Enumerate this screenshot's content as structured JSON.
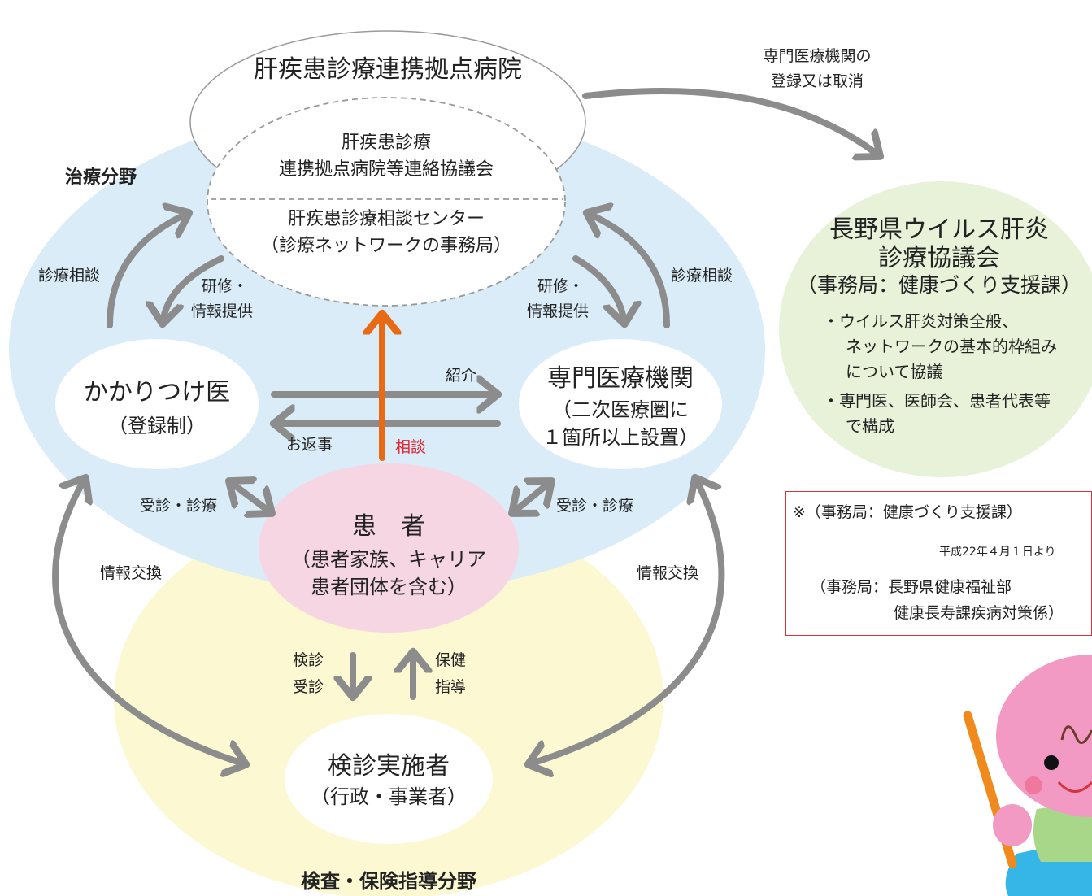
{
  "colors": {
    "treatment_area": "#d9ecf7",
    "screening_area": "#fbf8d2",
    "patient_node": "#f7d6e4",
    "council_area": "#e7f2d9",
    "arrow_gray": "#8c8c8c",
    "arrow_orange": "#e96a14",
    "consult_text": "#e2242f",
    "notice_border": "#d4343a"
  },
  "areas": {
    "treatment": "治療分野",
    "screening": "検査・保険指導分野"
  },
  "hub": {
    "title": "肝疾患診療連携拠点病院",
    "council_line1": "肝疾患診療",
    "council_line2": "連携拠点病院等連絡協議会",
    "center_line1": "肝疾患診療相談センター",
    "center_line2": "（診療ネットワークの事務局）"
  },
  "gp": {
    "title": "かかりつけ医",
    "sub": "（登録制）"
  },
  "specialist": {
    "title": "専門医療機関",
    "sub1": "（二次医療圏に",
    "sub2": "１箇所以上設置）"
  },
  "patient": {
    "title": "患　者",
    "sub1": "（患者家族、キャリア",
    "sub2": "患者団体を含む）"
  },
  "screener": {
    "title": "検診実施者",
    "sub": "（行政・事業者）"
  },
  "labels": {
    "consult_left": "診療相談",
    "consult_right": "診療相談",
    "training_left_1": "研修・",
    "training_left_2": "情報提供",
    "training_right_1": "研修・",
    "training_right_2": "情報提供",
    "referral": "紹介",
    "reply": "お返事",
    "consult": "相談",
    "visit_left": "受診・診療",
    "visit_right": "受診・診療",
    "info_left": "情報交換",
    "info_right": "情報交換",
    "screen_1": "検診",
    "screen_2": "受診",
    "guide_1": "保健",
    "guide_2": "指導",
    "registration_1": "専門医療機関の",
    "registration_2": "登録又は取消"
  },
  "prefecture_council": {
    "title1": "長野県ウイルス肝炎",
    "title2": "診療協議会",
    "office": "（事務局：健康づくり支援課）",
    "bullet1_1": "・ウイルス肝炎対策全般、",
    "bullet1_2": "ネットワークの基本的枠組み",
    "bullet1_3": "について協議",
    "bullet2_1": "・専門医、医師会、患者代表等",
    "bullet2_2": "で構成"
  },
  "notice": {
    "old_office": "※（事務局：健康づくり支援課）",
    "change_date": "平成22年４月１日より",
    "new_office_1": "（事務局：長野県健康福祉部",
    "new_office_2": "健康長寿課疾病対策係）"
  }
}
